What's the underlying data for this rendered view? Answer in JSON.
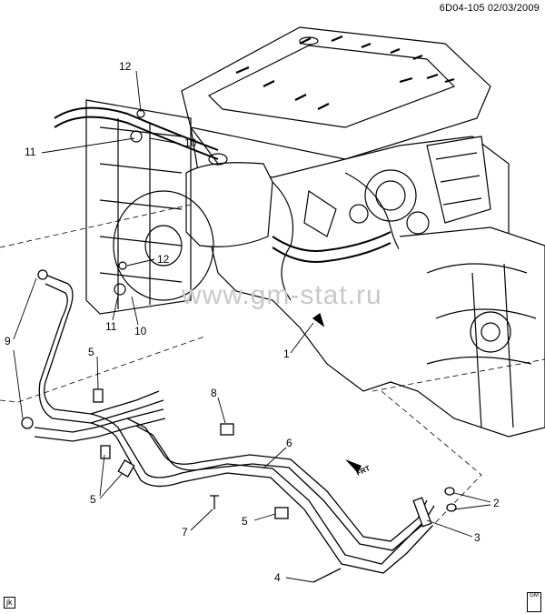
{
  "header": {
    "doc_id": "6D04-105  02/03/2009"
  },
  "watermark": {
    "text": "www.gm-stat.ru"
  },
  "corner_tag": {
    "text": "jk"
  },
  "orientation": {
    "text": "FRT"
  },
  "logo": {
    "text": "GM"
  },
  "callouts": [
    "1",
    "2",
    "3",
    "4",
    "5",
    "5",
    "5",
    "6",
    "7",
    "8",
    "9",
    "10",
    "10",
    "11",
    "11",
    "12",
    "12"
  ]
}
